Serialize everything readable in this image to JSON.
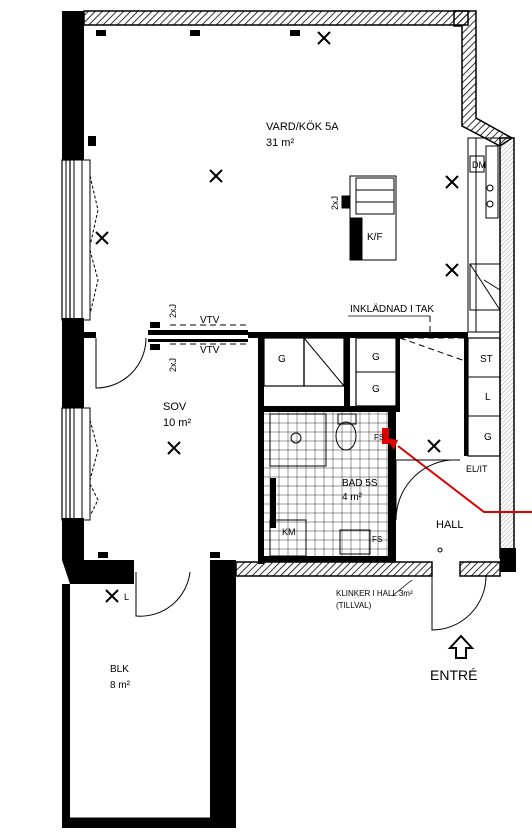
{
  "rooms": {
    "living": {
      "name": "VARD/KÖK 5A",
      "area": "31 m²"
    },
    "bedroom": {
      "name": "SOV",
      "area": "10 m²"
    },
    "bath": {
      "name": "BAD 5S",
      "area": "4 m²"
    },
    "hall": {
      "name": "HALL"
    },
    "balcony": {
      "name": "BLK",
      "area": "8 m²"
    }
  },
  "labels": {
    "kf": "K/F",
    "vtv_top": "VTV",
    "vtv_bottom": "VTV",
    "two_xj_a": "2xJ",
    "two_xj_b": "2xJ",
    "two_xj_c": "2xJ",
    "inkladnad": "INKLÄDNAD I TAK",
    "g1": "G",
    "g2": "G",
    "g3": "G",
    "g4": "G",
    "st": "ST",
    "l": "L",
    "el_it": "EL/IT",
    "km": "KM",
    "fs1": "FS",
    "fs2": "FS",
    "dm": "DM",
    "blk_l": "L",
    "klinker_line1": "KLINKER I HALL 3m²",
    "klinker_line2": "(TILLVAL)",
    "entre": "ENTRÉ"
  },
  "colors": {
    "wall": "#000000",
    "hatch": "#000000",
    "highlight": "#e00000",
    "line": "#000000"
  }
}
